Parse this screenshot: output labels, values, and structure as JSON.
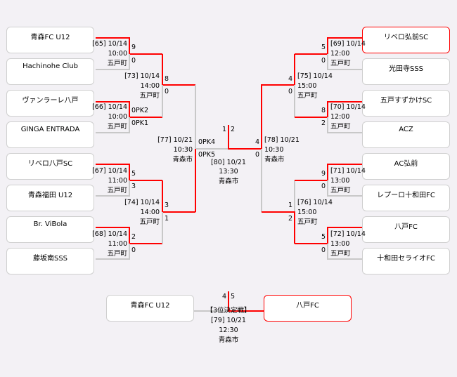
{
  "teams_left": [
    "青森FC U12",
    "Hachinohe Club",
    "ヴァンラーレ八戸",
    "GINGA ENTRADA",
    "リベロ八戸SC",
    "青森福田 U12",
    "Br. ViBola",
    "藤坂南SSS"
  ],
  "teams_right": [
    "リベロ弘前SC",
    "光田寺SSS",
    "五戸すずかけSC",
    "ACZ",
    "AC弘前",
    "レプーロ十和田FC",
    "八戸FC",
    "十和田セライオFC"
  ],
  "matches": {
    "m65": {
      "id": "[65] 10/14",
      "time": "10:00",
      "venue": "五戸町",
      "score_top": "9",
      "score_bottom": "0"
    },
    "m73": {
      "id": "[73] 10/14",
      "time": "14:00",
      "venue": "五戸町",
      "score_top": "8",
      "score_bottom": "0"
    },
    "m66": {
      "id": "[66] 10/14",
      "time": "10:00",
      "venue": "五戸町",
      "score_top": "0PK2",
      "score_bottom": "0PK1"
    },
    "m77": {
      "id": "[77] 10/21",
      "time": "10:30",
      "venue": "青森市",
      "score_top": "0PK4",
      "score_bottom": "0PK5"
    },
    "m67": {
      "id": "[67] 10/14",
      "time": "11:00",
      "venue": "五戸町",
      "score_top": "5",
      "score_bottom": "3"
    },
    "m74": {
      "id": "[74] 10/14",
      "time": "14:00",
      "venue": "五戸町",
      "score_top": "3",
      "score_bottom": "1"
    },
    "m68": {
      "id": "[68] 10/14",
      "time": "11:00",
      "venue": "五戸町",
      "score_top": "2",
      "score_bottom": "0"
    },
    "m69": {
      "id": "[69] 10/14",
      "time": "12:00",
      "venue": "五戸町",
      "score_top": "5",
      "score_bottom": "0"
    },
    "m75": {
      "id": "[75] 10/14",
      "time": "15:00",
      "venue": "五戸町",
      "score_top": "4",
      "score_bottom": "0"
    },
    "m70": {
      "id": "[70] 10/14",
      "time": "12:00",
      "venue": "五戸町",
      "score_top": "8",
      "score_bottom": "2"
    },
    "m78": {
      "id": "[78] 10/21",
      "time": "10:30",
      "venue": "青森市",
      "score_top": "4",
      "score_bottom": "0"
    },
    "m71": {
      "id": "[71] 10/14",
      "time": "13:00",
      "venue": "五戸町",
      "score_top": "9",
      "score_bottom": "0"
    },
    "m76": {
      "id": "[76] 10/14",
      "time": "15:00",
      "venue": "五戸町",
      "score_top": "1",
      "score_bottom": "2"
    },
    "m72": {
      "id": "[72] 10/14",
      "time": "13:00",
      "venue": "五戸町",
      "score_top": "5",
      "score_bottom": "0"
    },
    "m80": {
      "id": "[80] 10/21",
      "time": "13:30",
      "venue": "青森市",
      "score_left": "1",
      "score_right": "2"
    }
  },
  "third_place": {
    "title": "【3位決定戦】",
    "id": "[79] 10/21",
    "time": "12:30",
    "venue": "青森市",
    "score_left": "4",
    "score_right": "5",
    "left_team": "青森FC U12",
    "right_team": "八戸FC"
  },
  "colors": {
    "winner_line": "#ff0000",
    "loser_line": "#c8c8c8"
  }
}
